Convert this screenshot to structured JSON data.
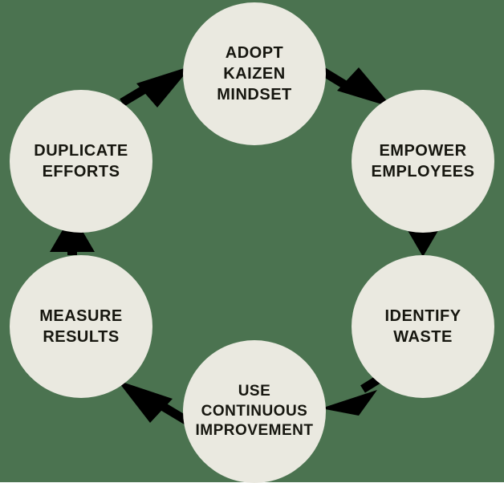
{
  "diagram": {
    "type": "cycle",
    "direction": "clockwise",
    "colors": {
      "background": "#4b7350",
      "node_fill": "#eae9e0",
      "node_text": "#16160f",
      "arrow": "#000000"
    },
    "nodes": [
      {
        "id": "adopt",
        "label": "ADOPT\nKAIZEN\nMINDSET",
        "order": 1,
        "position": "top"
      },
      {
        "id": "empower",
        "label": "EMPOWER\nEMPLOYEES",
        "order": 2,
        "position": "top-right"
      },
      {
        "id": "identify",
        "label": "IDENTIFY\nWASTE",
        "order": 3,
        "position": "bottom-right"
      },
      {
        "id": "use",
        "label": "USE\nCONTINUOUS\nIMPROVEMENT",
        "order": 4,
        "position": "bottom"
      },
      {
        "id": "measure",
        "label": "MEASURE\nRESULTS",
        "order": 5,
        "position": "bottom-left"
      },
      {
        "id": "duplicate",
        "label": "DUPLICATE\nEFFORTS",
        "order": 6,
        "position": "top-left"
      }
    ],
    "arrows": [
      {
        "id": "adopt-to-empower",
        "from": "adopt",
        "to": "empower",
        "name": "arrow-adopt-to-empower"
      },
      {
        "id": "empower-to-identify",
        "from": "empower",
        "to": "identify",
        "name": "arrow-empower-to-identify"
      },
      {
        "id": "identify-to-use",
        "from": "identify",
        "to": "use",
        "name": "arrow-identify-to-use"
      },
      {
        "id": "use-to-measure",
        "from": "use",
        "to": "measure",
        "name": "arrow-use-to-measure"
      },
      {
        "id": "measure-to-duplicate",
        "from": "measure",
        "to": "duplicate",
        "name": "arrow-measure-to-duplicate"
      },
      {
        "id": "duplicate-to-adopt",
        "from": "duplicate",
        "to": "adopt",
        "name": "arrow-duplicate-to-adopt"
      }
    ]
  }
}
